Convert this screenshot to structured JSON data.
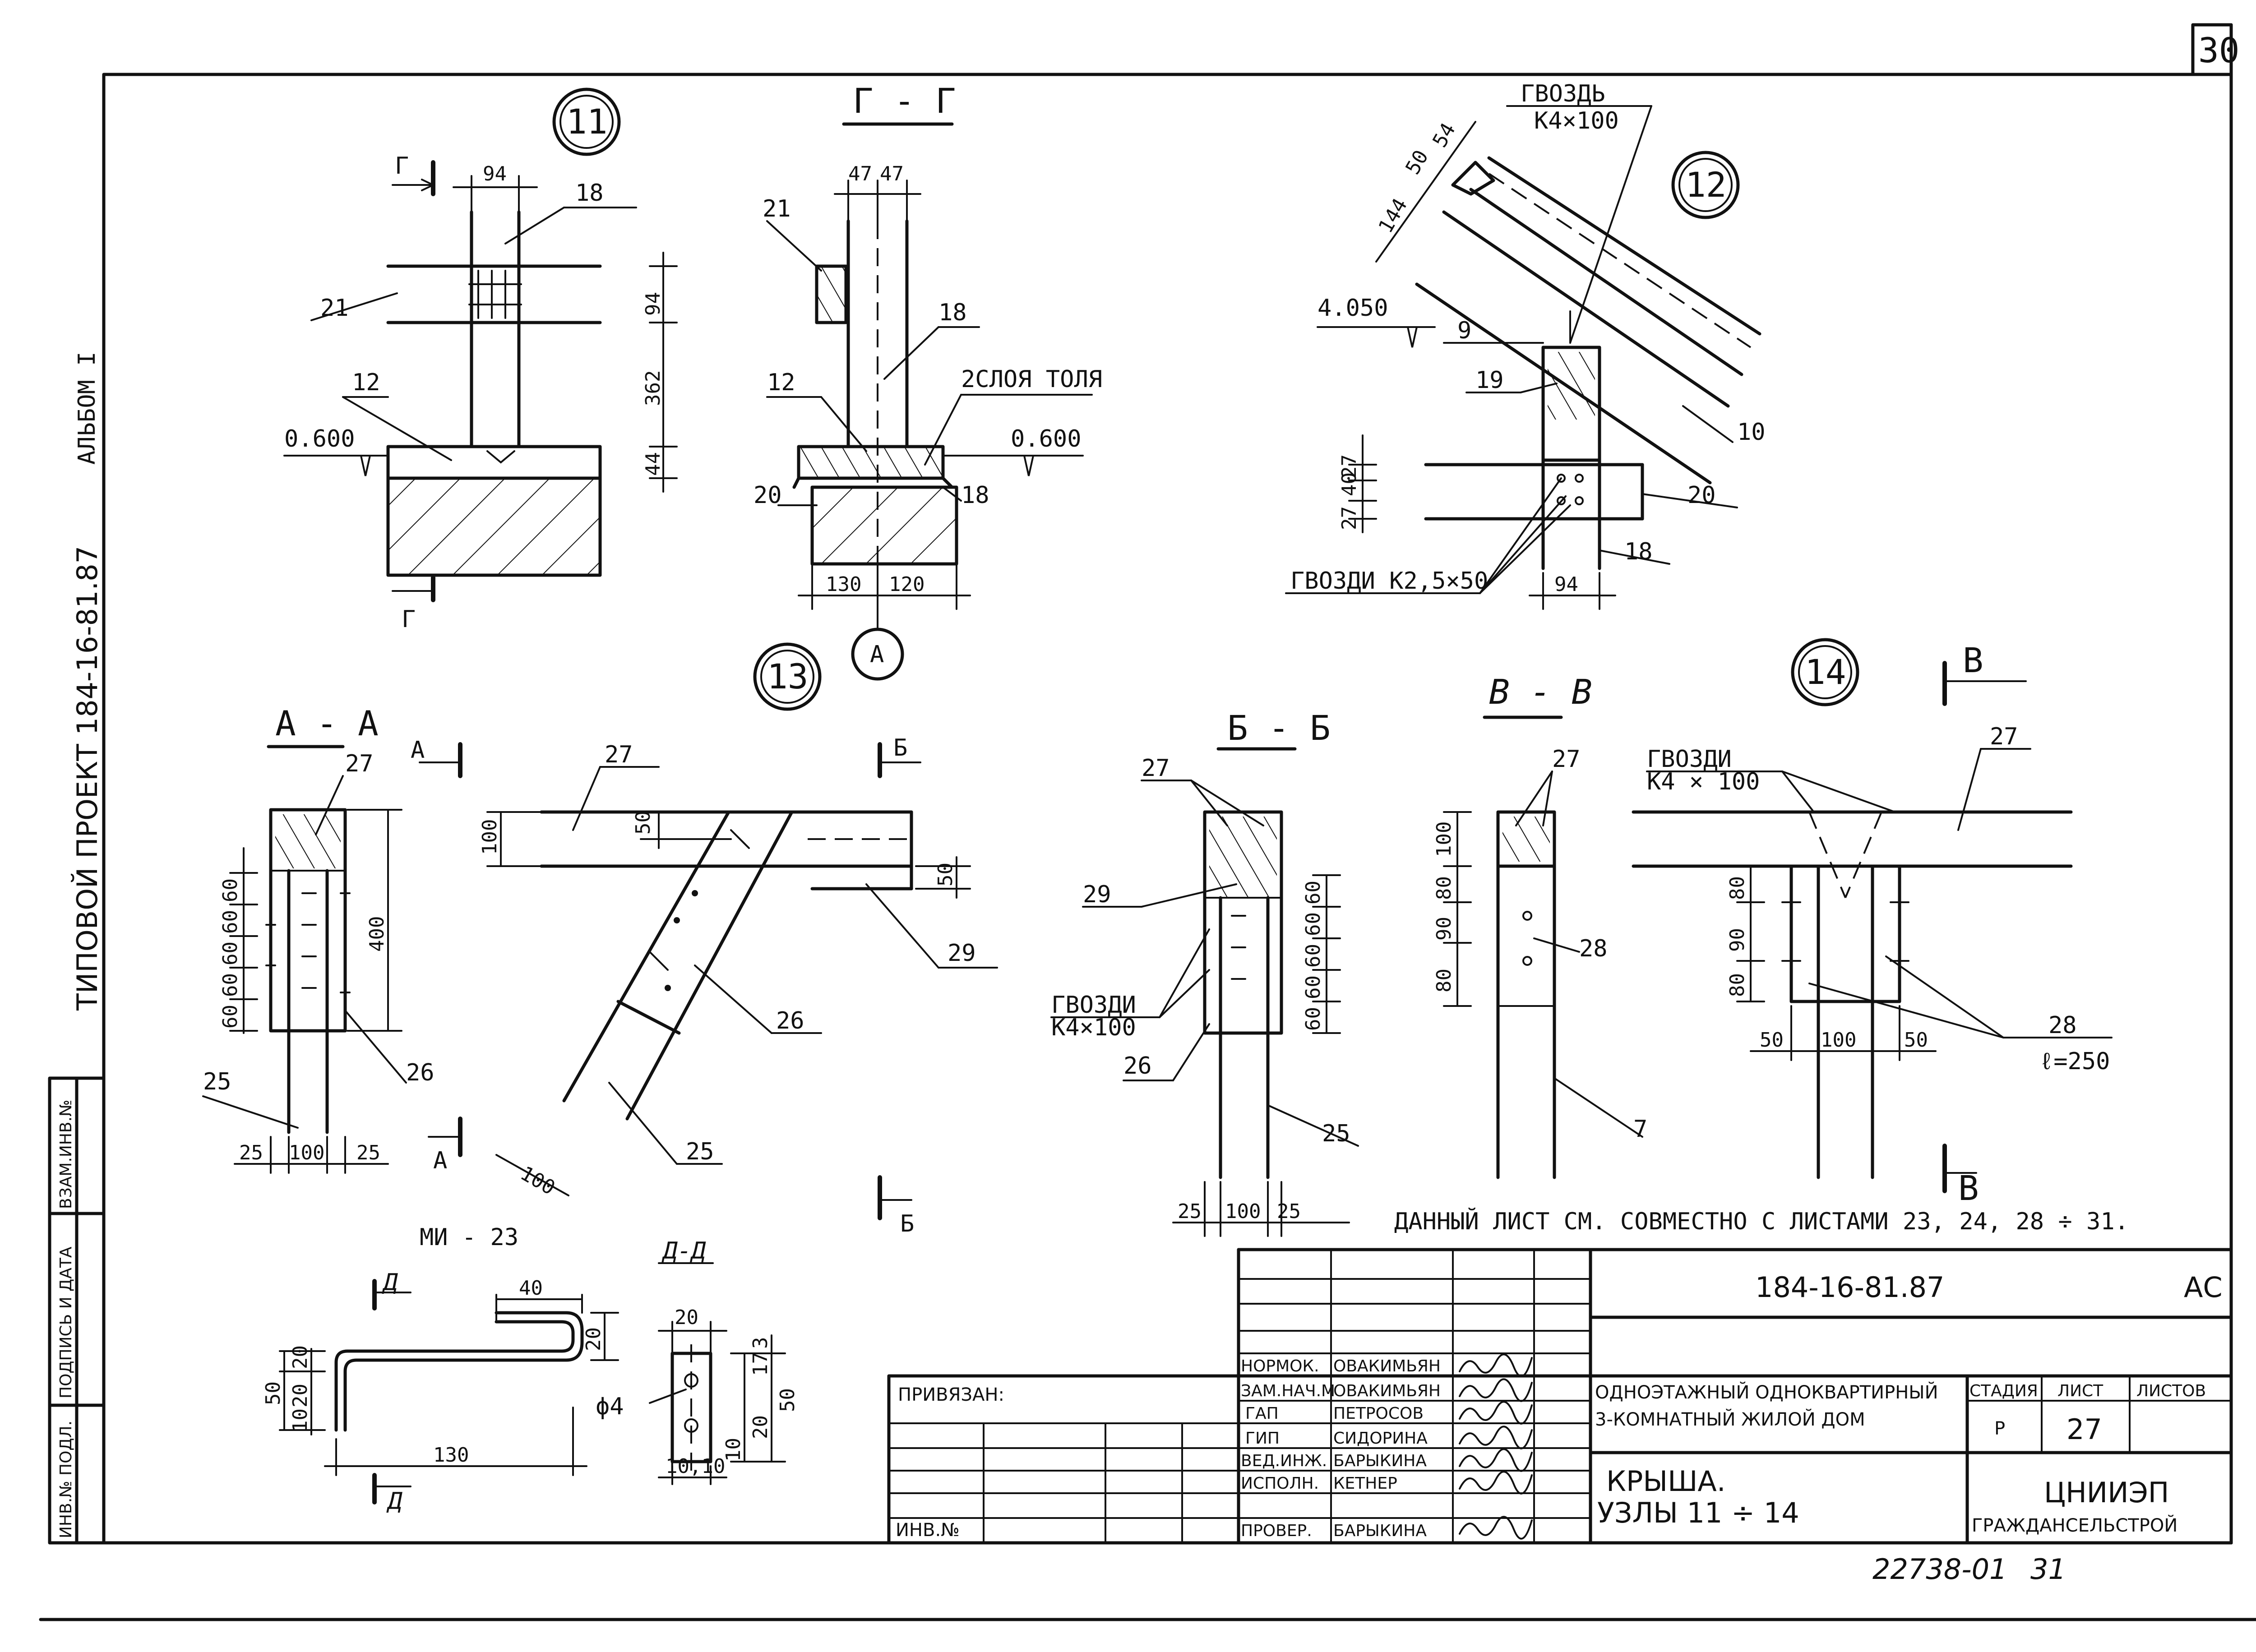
{
  "sheet": {
    "number": "30",
    "album": "АЛЬБОМ I",
    "project": "ТИПОВОЙ ПРОЕКТ 184-16-81.87",
    "archive_number": "22738-01",
    "archive_suffix": "31"
  },
  "left_stamp": {
    "col1": "ИНВ.№ ПОДЛ.",
    "col2": "ПОДПИСЬ И ДАТА",
    "col3": "ВЗАМ.ИНВ.№"
  },
  "node11": {
    "mark": "11",
    "section_letter": "Г",
    "dim_top": "94",
    "dim_right_1": "94",
    "dim_right_2": "362",
    "dim_right_3": "44",
    "level": "0.600",
    "labels": {
      "p18": "18",
      "p21": "21",
      "p12": "12"
    }
  },
  "section_gg": {
    "title": "Г - Г",
    "dim_top_a": "47",
    "dim_top_b": "47",
    "labels": {
      "p21": "21",
      "p18": "18",
      "p12": "12",
      "p20": "20",
      "p18b": "18",
      "tol": "2СЛОЯ ТОЛЯ"
    },
    "level": "0.600",
    "dim_bottom_a": "130",
    "dim_bottom_b": "120",
    "axis": "А"
  },
  "node12": {
    "mark": "12",
    "nail_title": "ГВОЗДЬ",
    "nail_size": "К4×100",
    "dim_a": "144",
    "dim_b": "50",
    "dim_c": "54",
    "level": "4.050",
    "labels": {
      "p9": "9",
      "p19": "19",
      "p10": "10",
      "p20": "20",
      "p18": "18"
    },
    "dims_left": [
      "27",
      "40",
      "27"
    ],
    "dim_bottom": "94",
    "nails": "ГВОЗДИ К2,5×50"
  },
  "node13": {
    "mark": "13",
    "section_aa": "А - А",
    "section_letter_a": "А",
    "section_letter_b": "Б",
    "labels": {
      "p27": "27",
      "p25": "25",
      "p26": "26",
      "p29": "29",
      "p27b": "27",
      "p26b": "26",
      "p25b": "25"
    },
    "dims_left": [
      "60",
      "60",
      "60",
      "60",
      "60"
    ],
    "dim_right": "400",
    "dim_bottom": [
      "25",
      "100",
      "25"
    ],
    "dim_100": "100",
    "dim_50a": "50",
    "dim_50b": "50",
    "dim_diag": "100"
  },
  "section_bb": {
    "title": "Б - Б",
    "labels": {
      "p27": "27",
      "p29": "29",
      "p26": "26",
      "p25": "25"
    },
    "dims_right": [
      "60",
      "60",
      "60",
      "60",
      "60"
    ],
    "nails": "ГВОЗДИ",
    "nails_size": "К4×100",
    "dim_bottom": [
      "25",
      "100",
      "25"
    ]
  },
  "section_vv": {
    "title": "В - В",
    "labels": {
      "p27": "27",
      "p28": "28",
      "p7": "7"
    },
    "dims_left": [
      "100",
      "80",
      "90",
      "80"
    ]
  },
  "node14": {
    "mark": "14",
    "section_letter": "В",
    "nails": "ГВОЗДИ",
    "nails_size": "К4 × 100",
    "labels": {
      "p27": "27",
      "p28": "28",
      "len": "ℓ=250"
    },
    "dims_left": [
      "80",
      "90",
      "80"
    ],
    "dim_bottom": [
      "50",
      "100",
      "50"
    ]
  },
  "mi23": {
    "title": "МИ - 23",
    "section": "Д-Д",
    "letter": "Д",
    "dim_40": "40",
    "dim_20a": "20",
    "dim_20b": "20",
    "dim_50": "50",
    "dim_10a": "10",
    "dim_20c": "20",
    "dim_130": "130",
    "dim_phi": "ϕ4",
    "dd_top": "20",
    "dd_17": "17",
    "dd_3": "3",
    "dd_50": "50",
    "dd_10a": "10",
    "dd_20": "20",
    "dd_bot": "10,10"
  },
  "note": "ДАННЫЙ ЛИСТ СМ. СОВМЕСТНО С ЛИСТАМИ 23, 24, 28 ÷ 31.",
  "title_block": {
    "doc_code": "184-16-81.87",
    "mark": "АС",
    "bound": "ПРИВЯЗАН:",
    "inv": "ИНВ.№",
    "roles": [
      "НОРМОК.",
      "ЗАМ.НАЧ.М",
      "ГАП",
      "ГИП",
      "ВЕД.ИНЖ.",
      "ИСПОЛН.",
      "ПРОВЕР."
    ],
    "names": [
      "ОВАКИМЬЯН",
      "ОВАКИМЬЯН",
      "ПЕТРОСОВ",
      "СИДОРИНА",
      "БАРЫКИНА",
      "КЕТНЕР",
      "БАРЫКИНА"
    ],
    "object_line1": "ОДНОЭТАЖНЫЙ ОДНОКВАРТИРНЫЙ",
    "object_line2": "3-КОМНАТНЫЙ ЖИЛОЙ ДОМ",
    "sheet_title1": "КРЫША.",
    "sheet_title2": "УЗЛЫ 11 ÷ 14",
    "h_stage": "СТАДИЯ",
    "h_sheet": "ЛИСТ",
    "h_sheets": "ЛИСТОВ",
    "stage": "Р",
    "sheet": "27",
    "sheets": "",
    "org1": "ЦНИИЭП",
    "org2": "ГРАЖДАНСЕЛЬСТРОЙ"
  }
}
